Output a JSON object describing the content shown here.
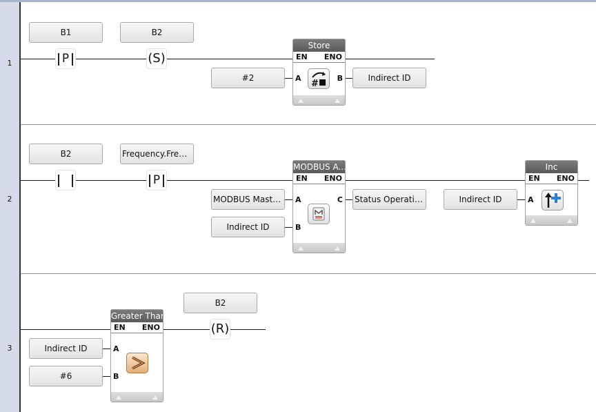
{
  "rungs": [
    {
      "number": "1",
      "contact_tag": "B1",
      "contact_type": "P",
      "coil_tag": "B2",
      "coil_type": "(S)",
      "block": {
        "title": "Store",
        "en": "EN",
        "eno": "ENO",
        "in_a": "A",
        "out_b": "B",
        "icon": "store-icon"
      },
      "input_a": "#2",
      "output_b": "Indirect ID"
    },
    {
      "number": "2",
      "contact1_tag": "B2",
      "contact2_tag": "Frequency.Frequ...",
      "contact2_type": "P",
      "block": {
        "title": "MODBUS A...",
        "en": "EN",
        "eno": "ENO",
        "in_a": "A",
        "in_b": "B",
        "out_c": "C",
        "icon": "modbus-icon"
      },
      "input_a": "MODBUS Masters...",
      "input_b": "Indirect ID",
      "output_c": "Status Operation",
      "inc_block": {
        "title": "Inc",
        "en": "EN",
        "eno": "ENO",
        "in_a": "A",
        "icon": "increment-icon"
      },
      "inc_input_a": "Indirect ID"
    },
    {
      "number": "3",
      "block": {
        "title": "Greater Than",
        "en": "EN",
        "eno": "ENO",
        "in_a": "A",
        "in_b": "B",
        "icon": "greater-than-icon"
      },
      "input_a": "Indirect ID",
      "input_b": "#6",
      "coil_tag": "B2",
      "coil_type": "(R)"
    }
  ],
  "colors": {
    "rung_gutter": "#d6dbe9",
    "block_header": "#6a6a6a",
    "inc_icon": "#2a7fd4",
    "gt_icon": "#c77a2c"
  }
}
